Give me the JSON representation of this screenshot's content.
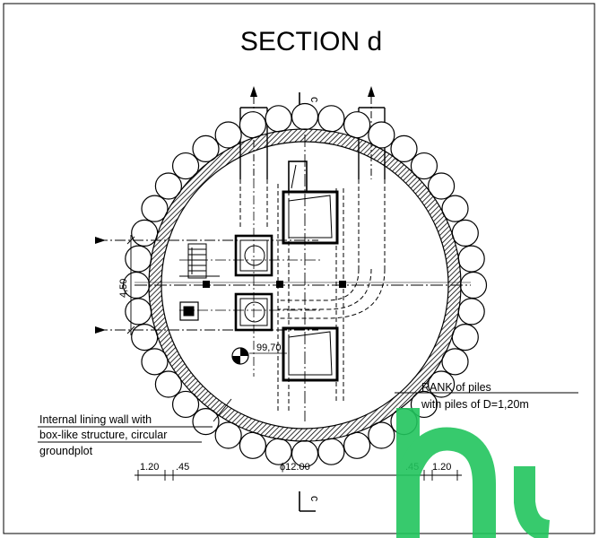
{
  "title": "SECTION d",
  "section_marks": {
    "top": "c",
    "bottom": "c"
  },
  "level_mark": "99,70",
  "dimension_vertical": "4,50",
  "dimensions_bottom": {
    "left_outer": "1.20",
    "left_inner": ".45",
    "diameter": "ϕ12.00",
    "right_inner": ".45",
    "right_outer": "1.20"
  },
  "labels": {
    "piles_line1": "RANK of piles",
    "piles_line2": "with piles of D=1,20m",
    "lining_line1": "Internal lining wall with",
    "lining_line2": "box-like structure, circular",
    "lining_line3": "groundplot"
  },
  "watermark": "hu",
  "colors": {
    "line": "#000000",
    "watermark": "#22c55e"
  }
}
